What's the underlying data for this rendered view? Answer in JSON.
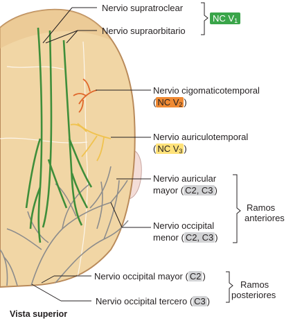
{
  "labels": {
    "supratroclear": "Nervio supratroclear",
    "supraorbitario": "Nervio supraorbitario",
    "nc_v1_text": "NC V",
    "nc_v1_sub": "1",
    "cigomaticotemporal": "Nervio cigomaticotemporal",
    "nc_v2_open": "(",
    "nc_v2_text": "NC V",
    "nc_v2_sub": "2",
    "nc_v2_close": ")",
    "auriculotemporal": "Nervio auriculotemporal",
    "nc_v3_open": "(",
    "nc_v3_text": "NC V",
    "nc_v3_sub": "3",
    "nc_v3_close": ")",
    "auricular_line1": "Nervio auricular",
    "auricular_line2": "mayor ",
    "auricular_code": "C2, C3",
    "occipital_menor_line1": "Nervio occipital",
    "occipital_menor_line2": "menor ",
    "occipital_menor_code": "C2, C3",
    "ramos_anteriores_1": "Ramos",
    "ramos_anteriores_2": "anteriores",
    "occipital_mayor": "Nervio occipital mayor ",
    "occipital_mayor_code": "C2",
    "occipital_tercero": "Nervio occipital tercero ",
    "occipital_tercero_code": "C3",
    "ramos_posteriores_1": "Ramos",
    "ramos_posteriores_2": "posteriores",
    "view_title": "Vista superior"
  },
  "colors": {
    "skin": "#f1d6a5",
    "skull_border": "#b98a5a",
    "nerve_green": "#3e8e3a",
    "nerve_orange": "#e0662a",
    "nerve_yellow": "#f0c24e",
    "nerve_gray": "#8c8c8c",
    "tag_green": "#3aa54a",
    "tag_orange": "#f08a33",
    "tag_yellow": "#ffe27a",
    "tag_gray": "#d2d3d5"
  }
}
